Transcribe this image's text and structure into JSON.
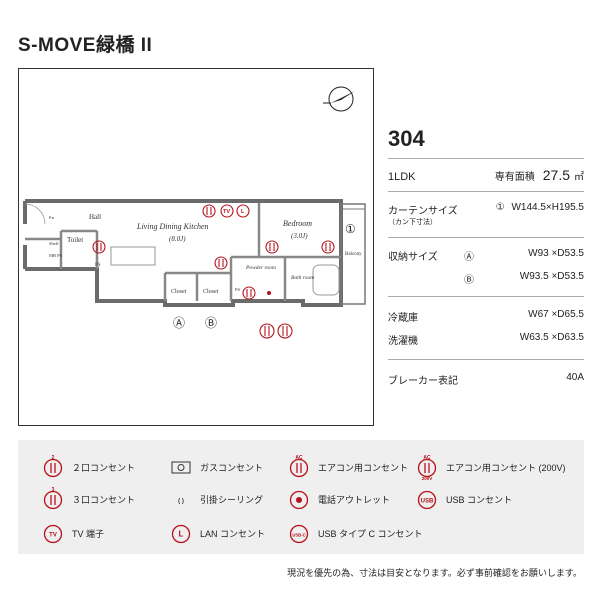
{
  "building_name": "S-MOVE緑橋 II",
  "floorplan": {
    "room_labels": {
      "hall": "Hall",
      "ldk": "Living Dining Kitchen",
      "ldk_size": "(8.0J)",
      "bedroom": "Bedroom",
      "bedroom_size": "(3.0J)",
      "toilet": "Toilet",
      "shelf": "Shelf",
      "en": "En",
      "mb_ps": "MB PS",
      "ps": "PS",
      "ps2": "PS",
      "closet1": "Closet",
      "closet2": "Closet",
      "powder": "Powder room",
      "bath": "Bath room",
      "balcony": "Balcony"
    },
    "circle_labels": [
      "①",
      "Ⓐ",
      "Ⓑ"
    ],
    "outlet_badges": [
      "TV",
      "L"
    ]
  },
  "info": {
    "room_number": "304",
    "layout": "1LDK",
    "area_label": "専有面積",
    "area_value": "27.5",
    "area_unit": "㎡",
    "curtain_label": "カーテンサイズ",
    "curtain_sub": "（カン下寸法）",
    "curtain_mark": "①",
    "curtain_value": "W144.5×H195.5",
    "storage_label": "収納サイズ",
    "storage": [
      {
        "mark": "Ⓐ",
        "value": "W93 ×D53.5"
      },
      {
        "mark": "Ⓑ",
        "value": "W93.5 ×D53.5"
      }
    ],
    "fridge_label": "冷蔵庫",
    "fridge_value": "W67 ×D65.5",
    "washer_label": "洗濯機",
    "washer_value": "W63.5 ×D63.5",
    "breaker_label": "ブレーカー表記",
    "breaker_value": "40A"
  },
  "legend": {
    "items": [
      {
        "icon": "outlet-2-icon",
        "sup": "2",
        "label": "２口コンセント"
      },
      {
        "icon": "gas-outlet-icon",
        "label": "ガスコンセント"
      },
      {
        "icon": "ac-outlet-icon",
        "sup": "AC",
        "label": "エアコン用コンセント"
      },
      {
        "icon": "ac-200v-outlet-icon",
        "sup": "AC",
        "sub": "200V",
        "label": "エアコン用コンセント (200V)"
      },
      {
        "icon": "outlet-3-icon",
        "sup": "3",
        "label": "３口コンセント"
      },
      {
        "icon": "ceiling-hook-icon",
        "glyph": "( )",
        "label": "引掛シーリング"
      },
      {
        "icon": "phone-outlet-icon",
        "label": "電話アウトレット"
      },
      {
        "icon": "usb-outlet-icon",
        "glyph": "USB",
        "label": "USB コンセント"
      },
      {
        "icon": "tv-outlet-icon",
        "glyph": "TV",
        "label": "TV 端子"
      },
      {
        "icon": "lan-outlet-icon",
        "glyph": "L",
        "label": "LAN コンセント"
      },
      {
        "icon": "usb-c-outlet-icon",
        "glyph": "USB-C",
        "label": "USB タイプ C コンセント"
      }
    ]
  },
  "footer_note": "現況を優先の為、寸法は目安となります。必ず事前確認をお願いします。",
  "colors": {
    "accent": "#b5121b",
    "dark": "#333333",
    "legend_bg": "#efefef"
  }
}
